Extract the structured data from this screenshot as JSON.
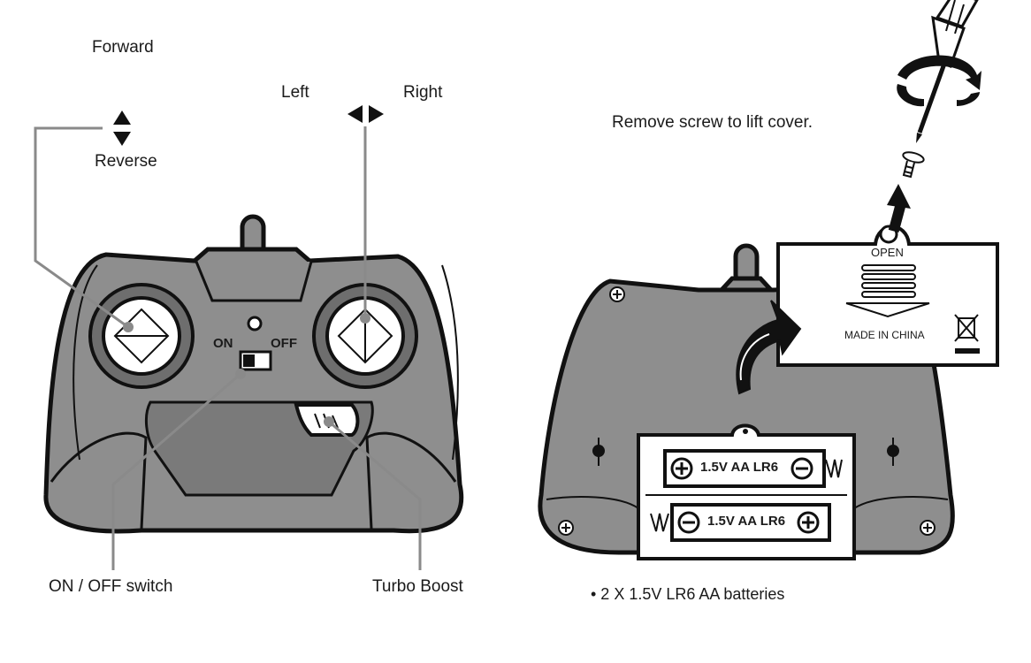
{
  "left_panel": {
    "forward": "Forward",
    "reverse": "Reverse",
    "left": "Left",
    "right": "Right",
    "on": "ON",
    "off": "OFF",
    "on_off_switch": "ON / OFF switch",
    "turbo_boost": "Turbo Boost"
  },
  "right_panel": {
    "instruction": "Remove screw to lift cover.",
    "cover_open": "OPEN",
    "cover_made_in": "MADE IN CHINA",
    "battery_top": "1.5V AA LR6",
    "battery_bottom": "1.5V AA LR6",
    "battery_note": "• 2 X 1.5V LR6 AA batteries"
  },
  "colors": {
    "body_fill": "#8e8e8e",
    "body_dark": "#7a7a7a",
    "outline": "#111111",
    "pointer_line": "#8a8a8a"
  }
}
